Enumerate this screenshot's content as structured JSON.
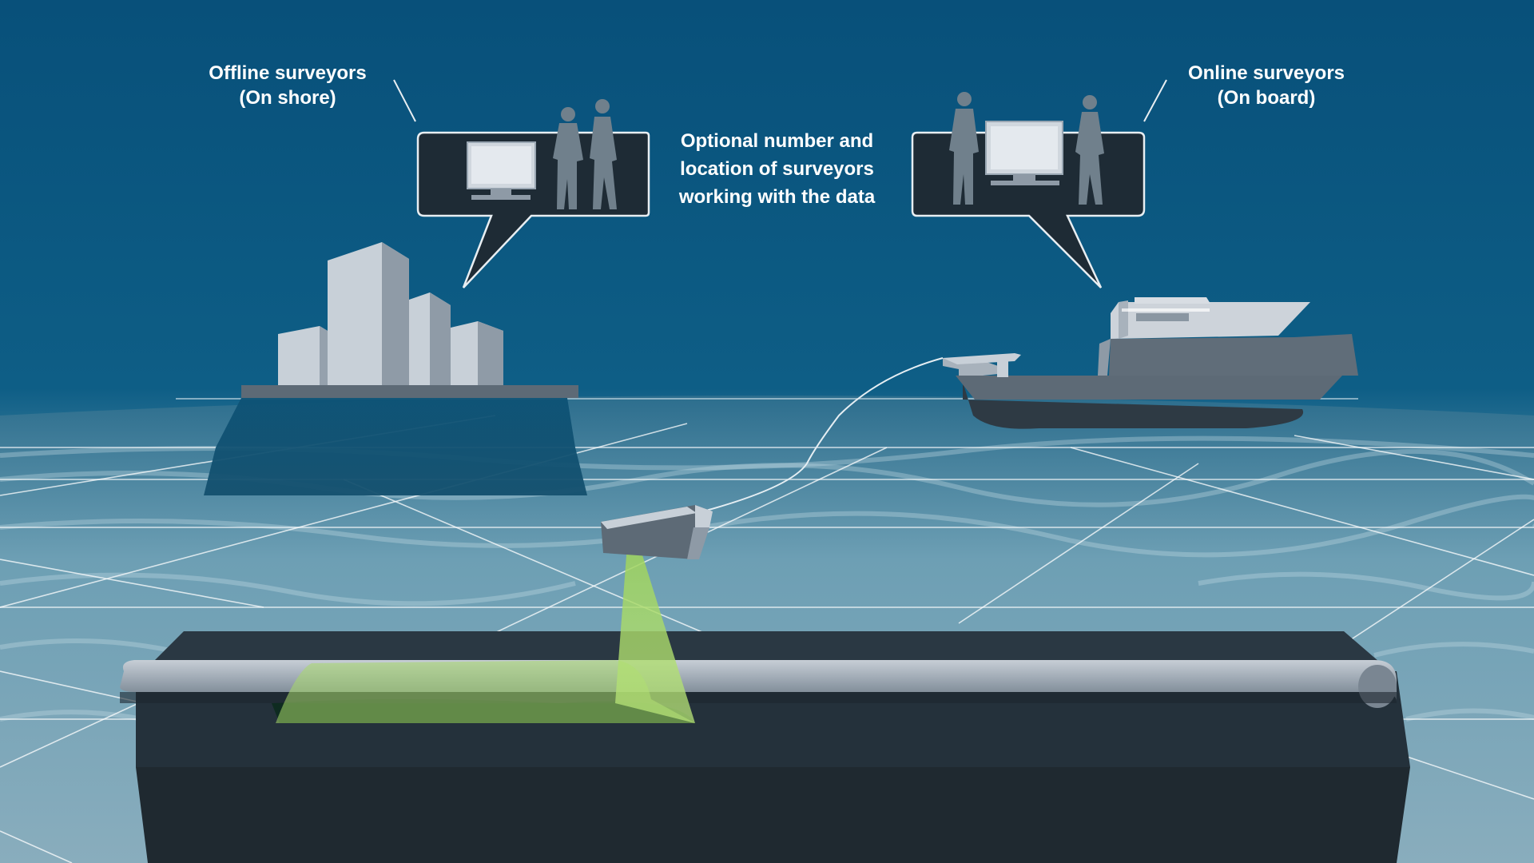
{
  "labels": {
    "offline": {
      "line1": "Offline surveyors",
      "line2": "(On shore)"
    },
    "online": {
      "line1": "Online surveyors",
      "line2": "(On board)"
    },
    "center": {
      "line1": "Optional number and",
      "line2": "location of surveyors",
      "line3": "working with the data"
    }
  },
  "colors": {
    "water_top": "#0a4e73",
    "water_mid": "#0f5f86",
    "seabed_light": "#9cbfcd",
    "seabed_dark": "#4f8399",
    "panel": "#1e2b35",
    "panel_border": "#e8eef2",
    "silhouette": "#70808c",
    "vessel_hull": "#5f6c78",
    "vessel_keel": "#2e3a44",
    "scan_green": "#b3e26b",
    "pipe": "#a3adb8",
    "trench": "#2a3843"
  }
}
